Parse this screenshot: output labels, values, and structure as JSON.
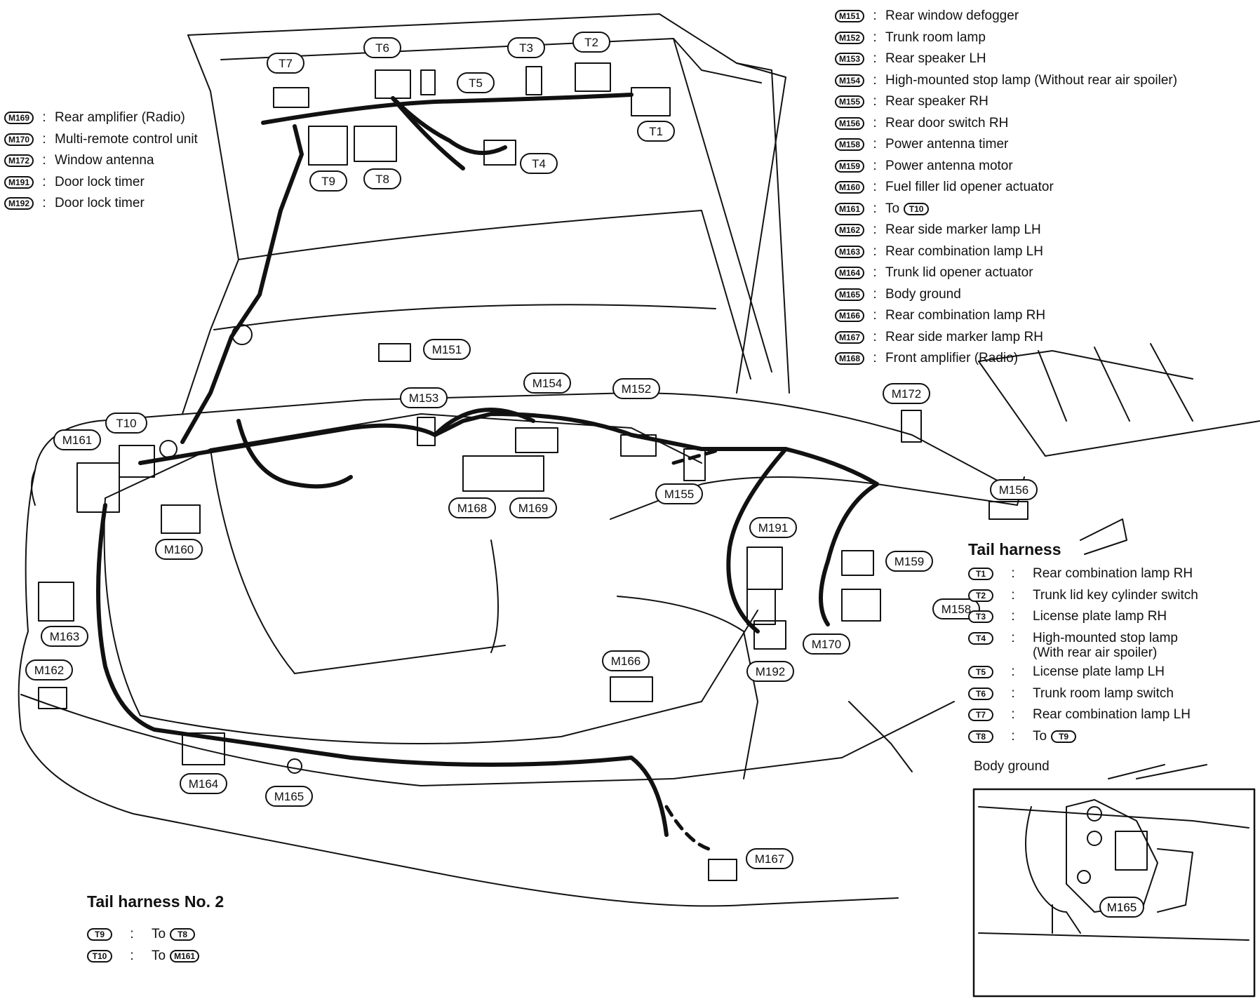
{
  "left_legend": [
    {
      "code": "M169",
      "description": "Rear amplifier (Radio)"
    },
    {
      "code": "M170",
      "description": "Multi-remote control unit"
    },
    {
      "code": "M172",
      "description": "Window antenna"
    },
    {
      "code": "M191",
      "description": "Door lock timer"
    },
    {
      "code": "M192",
      "description": "Door lock timer"
    }
  ],
  "right_legend": [
    {
      "code": "M151",
      "description": "Rear window defogger"
    },
    {
      "code": "M152",
      "description": "Trunk room lamp"
    },
    {
      "code": "M153",
      "description": "Rear speaker LH"
    },
    {
      "code": "M154",
      "description": "High-mounted stop lamp (Without rear air spoiler)"
    },
    {
      "code": "M155",
      "description": "Rear speaker RH"
    },
    {
      "code": "M156",
      "description": "Rear door switch RH"
    },
    {
      "code": "M158",
      "description": "Power antenna timer"
    },
    {
      "code": "M159",
      "description": "Power antenna motor"
    },
    {
      "code": "M160",
      "description": "Fuel filler lid opener actuator"
    },
    {
      "code": "M161",
      "description": "To",
      "ref": "T10"
    },
    {
      "code": "M162",
      "description": "Rear side marker lamp LH"
    },
    {
      "code": "M163",
      "description": "Rear combination lamp LH"
    },
    {
      "code": "M164",
      "description": "Trunk lid opener actuator"
    },
    {
      "code": "M165",
      "description": "Body ground"
    },
    {
      "code": "M166",
      "description": "Rear combination lamp RH"
    },
    {
      "code": "M167",
      "description": "Rear side marker lamp RH"
    },
    {
      "code": "M168",
      "description": "Front amplifier (Radio)"
    }
  ],
  "tail_harness": {
    "title": "Tail harness",
    "items": [
      {
        "code": "T1",
        "description": "Rear combination lamp RH"
      },
      {
        "code": "T2",
        "description": "Trunk lid key cylinder switch"
      },
      {
        "code": "T3",
        "description": "License plate lamp RH"
      },
      {
        "code": "T4",
        "description": "High-mounted stop lamp",
        "description2": "(With rear air spoiler)"
      },
      {
        "code": "T5",
        "description": "License plate lamp LH"
      },
      {
        "code": "T6",
        "description": "Trunk room lamp switch"
      },
      {
        "code": "T7",
        "description": "Rear combination lamp LH"
      },
      {
        "code": "T8",
        "description": "To",
        "ref": "T9"
      }
    ]
  },
  "tail_harness_2": {
    "title": "Tail harness No. 2",
    "items": [
      {
        "code": "T9",
        "description": "To",
        "ref": "T8"
      },
      {
        "code": "T10",
        "description": "To",
        "ref": "M161"
      }
    ]
  },
  "inset": {
    "label": "Body ground",
    "callout": "M165"
  },
  "callouts": [
    "T1",
    "T2",
    "T3",
    "T4",
    "T5",
    "T6",
    "T7",
    "T8",
    "T9",
    "T10",
    "M151",
    "M152",
    "M153",
    "M154",
    "M155",
    "M156",
    "M158",
    "M159",
    "M160",
    "M161",
    "M162",
    "M163",
    "M164",
    "M165",
    "M166",
    "M167",
    "M168",
    "M169",
    "M170",
    "M172",
    "M191",
    "M192"
  ],
  "colors": {
    "ink": "#111111",
    "background": "#ffffff"
  }
}
